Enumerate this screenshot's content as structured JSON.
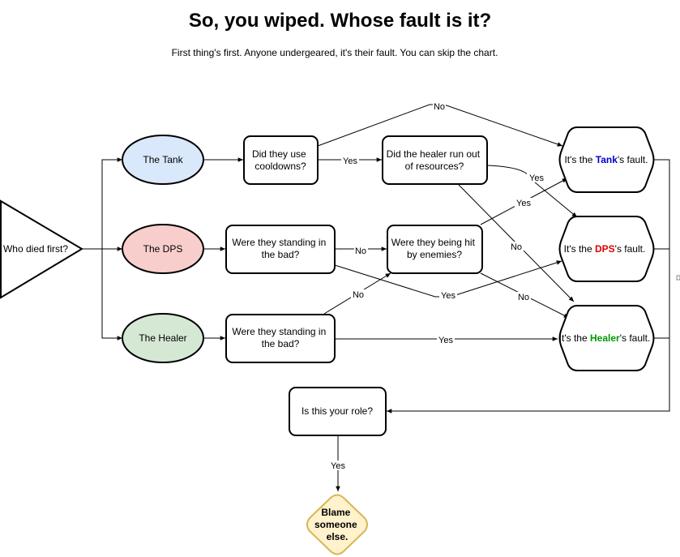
{
  "title": "So, you wiped. Whose fault is it?",
  "subtitle": "First thing's first. Anyone undergeared, it's their fault. You can skip the chart.",
  "nodes": {
    "start": "Who died first?",
    "tank": "The Tank",
    "dps": "The DPS",
    "healer": "The Healer",
    "q_cooldowns": [
      "Did they use",
      "cooldowns?"
    ],
    "q_healer_resources": [
      "Did the healer run out",
      "of resources?"
    ],
    "q_dps_bad": [
      "Were they standing in",
      "the bad?"
    ],
    "q_hit_enemies": [
      "Were they being hit",
      "by enemies?"
    ],
    "q_healer_bad": [
      "Were they standing in",
      "the bad?"
    ],
    "fault_tank": {
      "pre": "It's the ",
      "role": "Tank",
      "post": "'s fault."
    },
    "fault_dps": {
      "pre": "It's the ",
      "role": "DPS",
      "post": "'s fault."
    },
    "fault_healer": {
      "pre": "It's the ",
      "role": "Healer",
      "post": "'s fault."
    },
    "q_your_role": "Is this your role?",
    "blame": [
      "Blame",
      "someone",
      "else."
    ]
  },
  "edge_labels": {
    "yes": "Yes",
    "no": "No"
  },
  "colors": {
    "tank_fill": "#dae8fc",
    "dps_fill": "#f8cecc",
    "healer_fill": "#d5e8d4",
    "tank_text": "#0000cc",
    "dps_text": "#e00000",
    "healer_text": "#009900",
    "blame_fill": "#fff2cc",
    "blame_stroke": "#d6b656"
  }
}
